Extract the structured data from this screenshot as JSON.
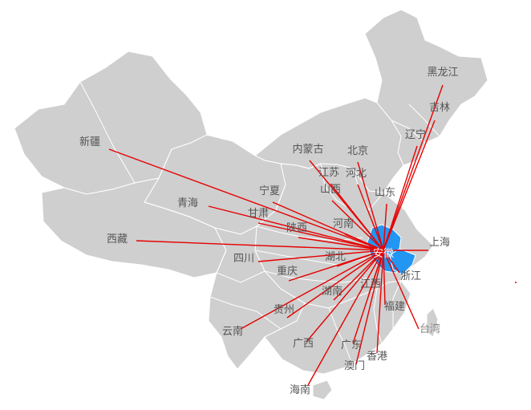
{
  "map": {
    "hub_province": "安徽",
    "colors": {
      "land": "#cfcfcf",
      "border": "#ffffff",
      "hub": "#2196f3",
      "route": "#e60000",
      "label": "#555555"
    },
    "provinces": [
      {
        "id": "heilongjiang",
        "name": "黑龙江"
      },
      {
        "id": "jilin",
        "name": "吉林"
      },
      {
        "id": "liaoning",
        "name": "辽宁"
      },
      {
        "id": "neimenggu",
        "name": "内蒙古"
      },
      {
        "id": "beijing",
        "name": "北京"
      },
      {
        "id": "hebei",
        "name": "河北"
      },
      {
        "id": "jiangsu",
        "name": "江苏"
      },
      {
        "id": "shanxi",
        "name": "山西"
      },
      {
        "id": "shandong",
        "name": "山东"
      },
      {
        "id": "ningxia",
        "name": "宁夏"
      },
      {
        "id": "xinjiang",
        "name": "新疆"
      },
      {
        "id": "qinghai",
        "name": "青海"
      },
      {
        "id": "gansu",
        "name": "甘肃"
      },
      {
        "id": "henan",
        "name": "河南"
      },
      {
        "id": "shaanxi",
        "name": "陕西"
      },
      {
        "id": "xizang",
        "name": "西藏"
      },
      {
        "id": "anhui",
        "name": "安徽"
      },
      {
        "id": "shanghai",
        "name": "上海"
      },
      {
        "id": "sichuan",
        "name": "四川"
      },
      {
        "id": "hubei",
        "name": "湖北"
      },
      {
        "id": "zhejiang",
        "name": "浙江"
      },
      {
        "id": "chongqing",
        "name": "重庆"
      },
      {
        "id": "hunan",
        "name": "湖南"
      },
      {
        "id": "jiangxi",
        "name": "江西"
      },
      {
        "id": "guizhou",
        "name": "贵州"
      },
      {
        "id": "fujian",
        "name": "福建"
      },
      {
        "id": "yunnan",
        "name": "云南"
      },
      {
        "id": "taiwan",
        "name": "台湾"
      },
      {
        "id": "guangxi",
        "name": "广西"
      },
      {
        "id": "guangdong",
        "name": "广东"
      },
      {
        "id": "xianggang",
        "name": "香港"
      },
      {
        "id": "aomen",
        "name": "澳门"
      },
      {
        "id": "hainan",
        "name": "海南"
      }
    ],
    "flows": [
      "黑龙江",
      "吉林",
      "辽宁",
      "内蒙古",
      "北京",
      "河北",
      "江苏",
      "山西",
      "山东",
      "宁夏",
      "新疆",
      "青海",
      "甘肃",
      "河南",
      "陕西",
      "西藏",
      "上海",
      "四川",
      "湖北",
      "浙江",
      "重庆",
      "湖南",
      "江西",
      "贵州",
      "福建",
      "云南",
      "台湾",
      "广西",
      "广东",
      "香港",
      "澳门",
      "海南"
    ]
  }
}
